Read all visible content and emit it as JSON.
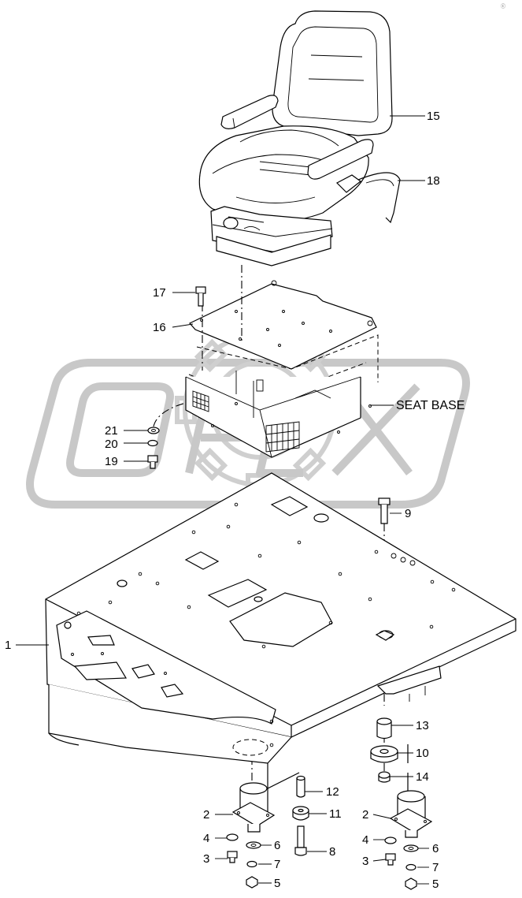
{
  "watermark": {
    "text": "OPEX"
  },
  "corner_mark": "ⓒ ",
  "callouts": [
    {
      "id": "15",
      "text": "15"
    },
    {
      "id": "18",
      "text": "18"
    },
    {
      "id": "17",
      "text": "17"
    },
    {
      "id": "16",
      "text": "16"
    },
    {
      "id": "seat-base",
      "text": "SEAT BASE"
    },
    {
      "id": "21",
      "text": "21"
    },
    {
      "id": "20",
      "text": "20"
    },
    {
      "id": "19",
      "text": "19"
    },
    {
      "id": "9",
      "text": "9"
    },
    {
      "id": "1",
      "text": "1"
    },
    {
      "id": "13",
      "text": "13"
    },
    {
      "id": "10",
      "text": "10"
    },
    {
      "id": "14",
      "text": "14"
    },
    {
      "id": "12",
      "text": "12"
    },
    {
      "id": "11",
      "text": "11"
    },
    {
      "id": "8",
      "text": "8"
    },
    {
      "id": "2-left",
      "text": "2"
    },
    {
      "id": "4-left",
      "text": "4"
    },
    {
      "id": "3-left",
      "text": "3"
    },
    {
      "id": "6-left",
      "text": "6"
    },
    {
      "id": "7-left",
      "text": "7"
    },
    {
      "id": "5-left",
      "text": "5"
    },
    {
      "id": "2-right",
      "text": "2"
    },
    {
      "id": "4-right",
      "text": "4"
    },
    {
      "id": "3-right",
      "text": "3"
    },
    {
      "id": "6-right",
      "text": "6"
    },
    {
      "id": "7-right",
      "text": "7"
    },
    {
      "id": "5-right",
      "text": "5"
    }
  ]
}
